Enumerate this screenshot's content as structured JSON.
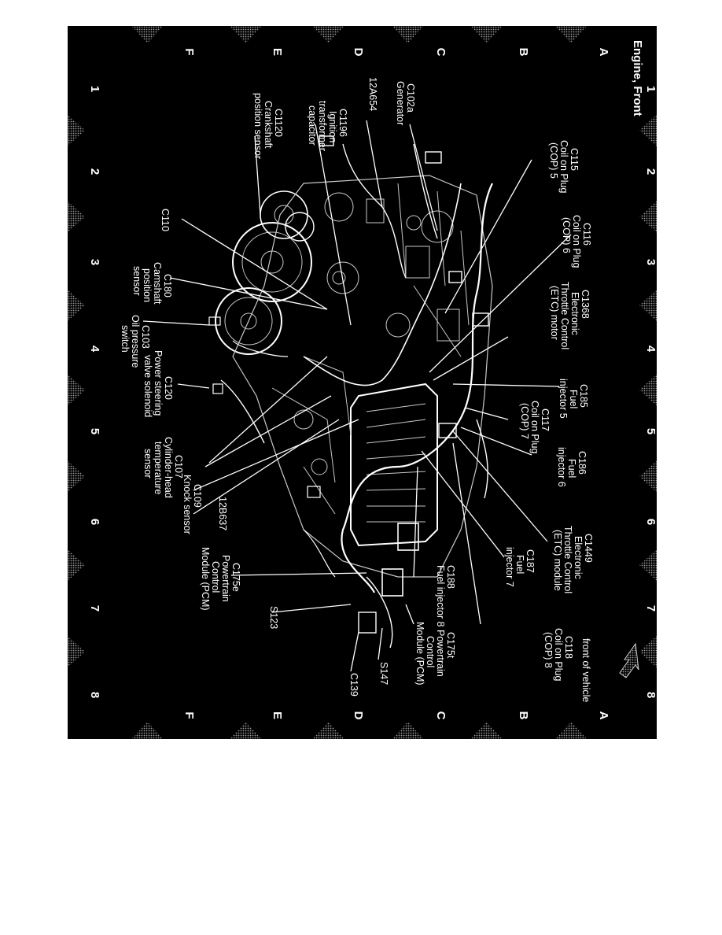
{
  "title": "Engine, Front",
  "grid": {
    "cols": [
      "1",
      "2",
      "3",
      "4",
      "5",
      "6",
      "7",
      "8"
    ],
    "rows": [
      "A",
      "B",
      "C",
      "D",
      "E",
      "F"
    ]
  },
  "orientation_label": "front of vehicle",
  "callouts": {
    "c115": [
      "C115",
      "Coil on Plug",
      "(COP) 5"
    ],
    "c116": [
      "C116",
      "Coil on Plug",
      "(COP) 6"
    ],
    "c1368": [
      "C1368",
      "Electronic",
      "Throttle Control",
      "(ETC) motor"
    ],
    "c185": [
      "C185",
      "Fuel",
      "injector 5"
    ],
    "c117": [
      "C117",
      "Coil on Plug",
      "(COP) 7"
    ],
    "c186": [
      "C186",
      "Fuel",
      "injector 6"
    ],
    "c1449": [
      "C1449",
      "Electronic",
      "Throttle Control",
      "(ETC) module"
    ],
    "c187": [
      "C187",
      "Fuel",
      "injector 7"
    ],
    "c118": [
      "C118",
      "Coil on Plug",
      "(COP) 8"
    ],
    "c188": [
      "C188",
      "Fuel injector 8"
    ],
    "c175t": [
      "C175t",
      "Powertrain",
      "Control",
      "Module (PCM)"
    ],
    "c175e": [
      "C175e",
      "Powertrain",
      "Control",
      "Module (PCM)"
    ],
    "s123": [
      "S123"
    ],
    "s147": [
      "S147"
    ],
    "c139": [
      "C139"
    ],
    "c102a": [
      "C102a",
      "Generator"
    ],
    "p12a654": [
      "12A654"
    ],
    "c1196": [
      "C1196",
      "Ignition",
      "transformer",
      "capacitor"
    ],
    "c1120": [
      "C1120",
      "Crankshaft",
      "position sensor"
    ],
    "c110": [
      "C110"
    ],
    "c180": [
      "C180",
      "Camshaft",
      "position",
      "sensor"
    ],
    "c103": [
      "C103",
      "Oil pressure",
      "switch"
    ],
    "c120": [
      "C120",
      "Power steering",
      "valve solenoid"
    ],
    "c107": [
      "C107",
      "Cylinder-head",
      "temperature",
      "sensor"
    ],
    "c109": [
      "C109",
      "Knock sensor"
    ],
    "p12b637": [
      "12B637"
    ]
  }
}
